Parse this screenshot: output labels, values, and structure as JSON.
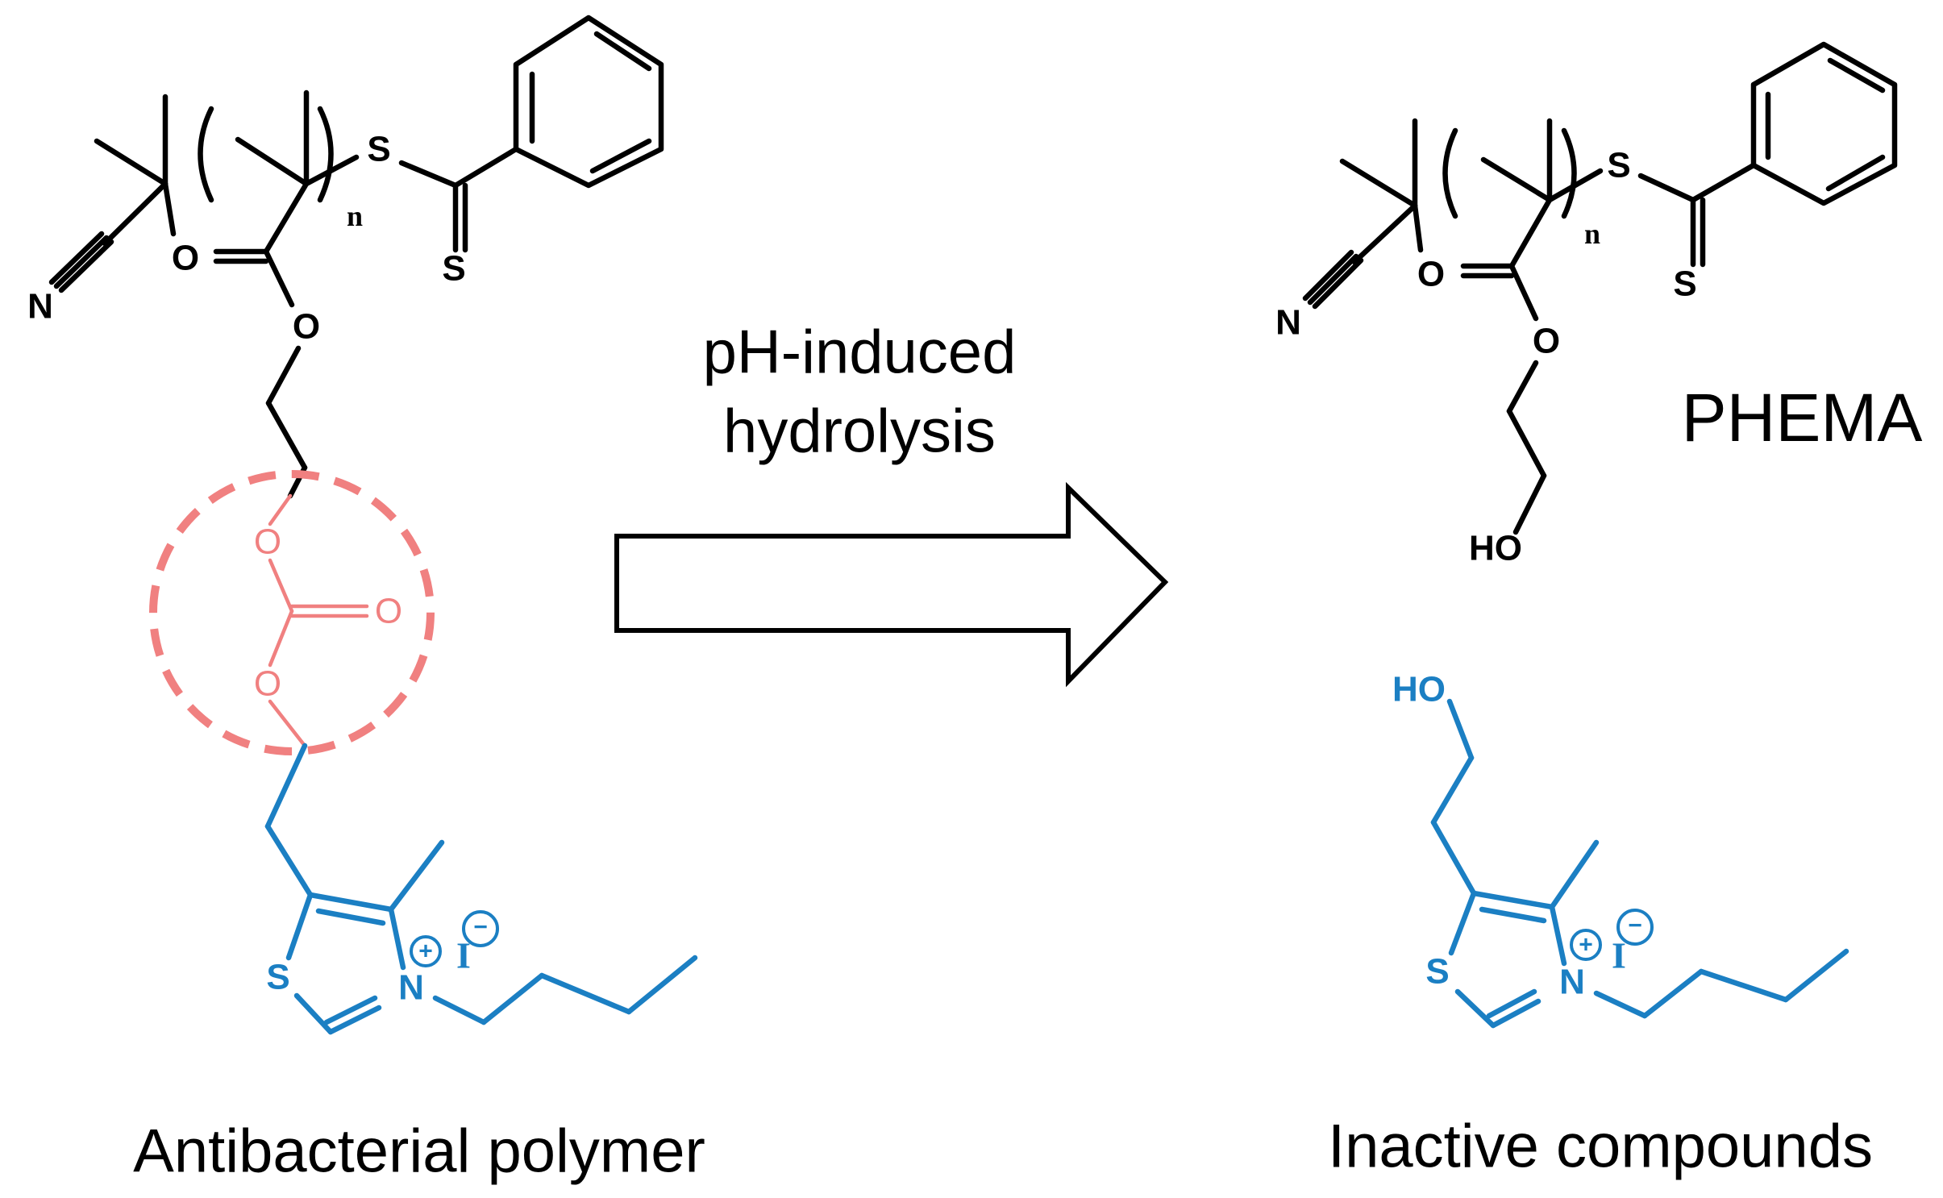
{
  "arrow_label": {
    "line1": "pH-induced",
    "line2": "hydrolysis"
  },
  "captions": {
    "left": "Antibacterial polymer",
    "right": "Inactive compounds",
    "phema": "PHEMA"
  },
  "atoms": {
    "sulfur": "S",
    "oxygen": "O",
    "nitrogen": "N",
    "hydroxyl": "HO",
    "repeat_subscript": "n",
    "iodide": "I",
    "plus": "+",
    "minus": "−"
  },
  "colors": {
    "backbone": "#000000",
    "thiazolium": "#1b7fc3",
    "carbonate_highlight": "#f08080"
  }
}
